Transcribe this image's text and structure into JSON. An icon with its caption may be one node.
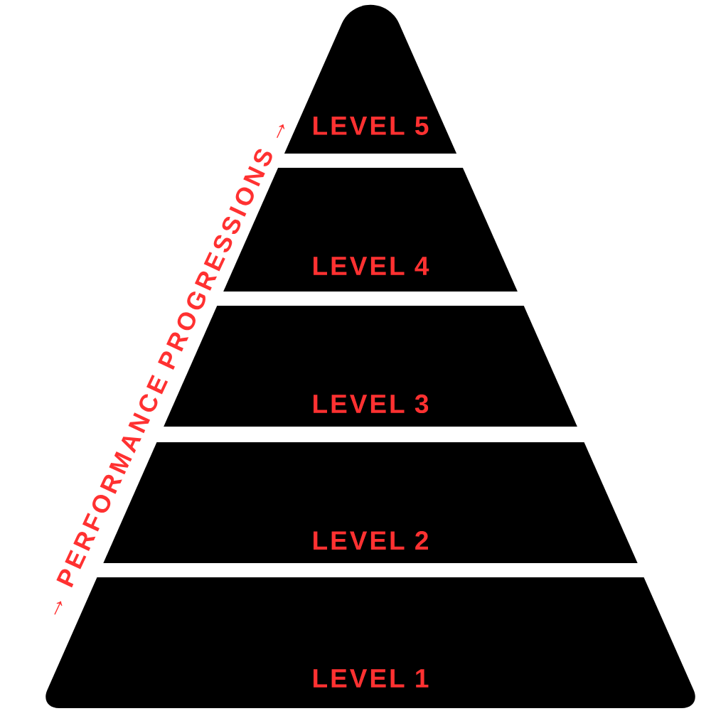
{
  "diagram": {
    "nodes": [
      {
        "text": [
          "LEVEL 5"
        ]
      },
      {
        "text": [
          "LEVEL 4"
        ]
      },
      {
        "text": [
          "LEVEL 3"
        ]
      },
      {
        "text": [
          "LEVEL 2"
        ]
      },
      {
        "text": [
          "LEVEL 1"
        ]
      }
    ],
    "labels": [
      "→ PERFORMANCE PROGRESSIONS →"
    ]
  }
}
